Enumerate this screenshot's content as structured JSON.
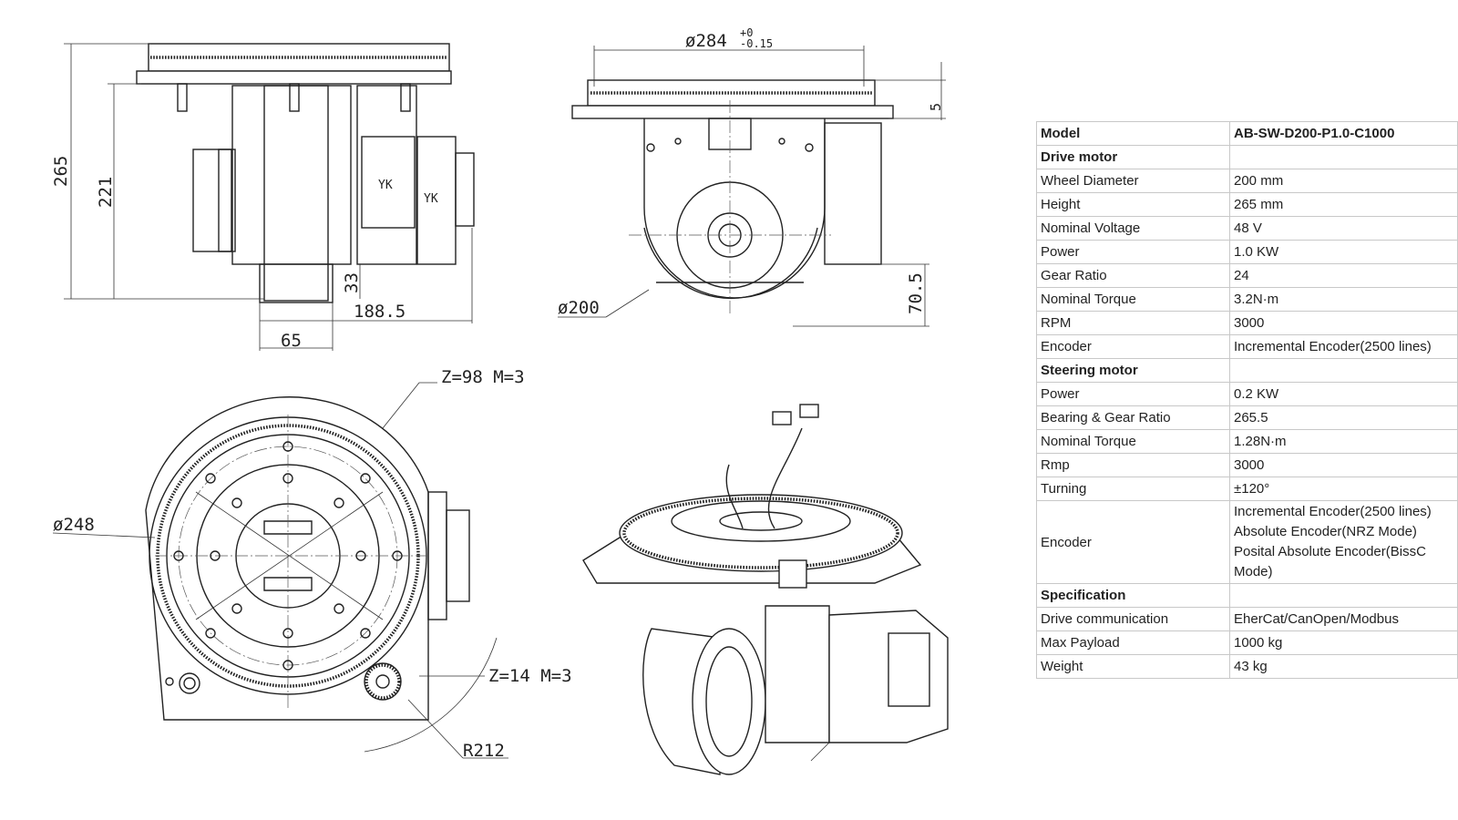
{
  "drawing": {
    "top_left_view": {
      "dims": [
        "265",
        "221",
        "33",
        "188.5",
        "65"
      ],
      "part_labels": [
        "YK",
        "YK"
      ]
    },
    "top_right_view": {
      "dims": [
        "ø284",
        "+0",
        "-0.15",
        "ø200",
        "70.5",
        "5"
      ]
    },
    "bottom_left_view": {
      "dims": [
        "Z=98  M=3",
        "ø248",
        "Z=14  M=3",
        "R212"
      ]
    }
  },
  "spec_table": {
    "rows": [
      {
        "label": "Model",
        "value": "AB-SW-D200-P1.0-C1000",
        "type": "header"
      },
      {
        "label": "Drive motor",
        "value": "",
        "type": "section"
      },
      {
        "label": "Wheel Diameter",
        "value": "200 mm"
      },
      {
        "label": "Height",
        "value": "265 mm"
      },
      {
        "label": "Nominal Voltage",
        "value": "48 V"
      },
      {
        "label": "Power",
        "value": "1.0 KW"
      },
      {
        "label": "Gear Ratio",
        "value": "24"
      },
      {
        "label": "Nominal Torque",
        "value": "3.2N·m"
      },
      {
        "label": "RPM",
        "value": "3000"
      },
      {
        "label": "Encoder",
        "value": "Incremental Encoder(2500 lines)"
      },
      {
        "label": "Steering motor",
        "value": "",
        "type": "section"
      },
      {
        "label": "Power",
        "value": "0.2 KW"
      },
      {
        "label": "Bearing & Gear Ratio",
        "value": "265.5"
      },
      {
        "label": "Nominal Torque",
        "value": "1.28N·m"
      },
      {
        "label": "Rmp",
        "value": "3000"
      },
      {
        "label": "Turning",
        "value": "±120°"
      },
      {
        "label": "Encoder",
        "values": [
          "Incremental Encoder(2500 lines)",
          "Absolute Encoder(NRZ Mode)",
          "Posital Absolute Encoder(BissC",
          "Mode)"
        ],
        "type": "multi"
      },
      {
        "label": "Specification",
        "value": "",
        "type": "section"
      },
      {
        "label": "Drive communication",
        "value": "EherCat/CanOpen/Modbus"
      },
      {
        "label": "Max Payload",
        "value": "1000 kg"
      },
      {
        "label": "Weight",
        "value": "43 kg"
      }
    ]
  }
}
